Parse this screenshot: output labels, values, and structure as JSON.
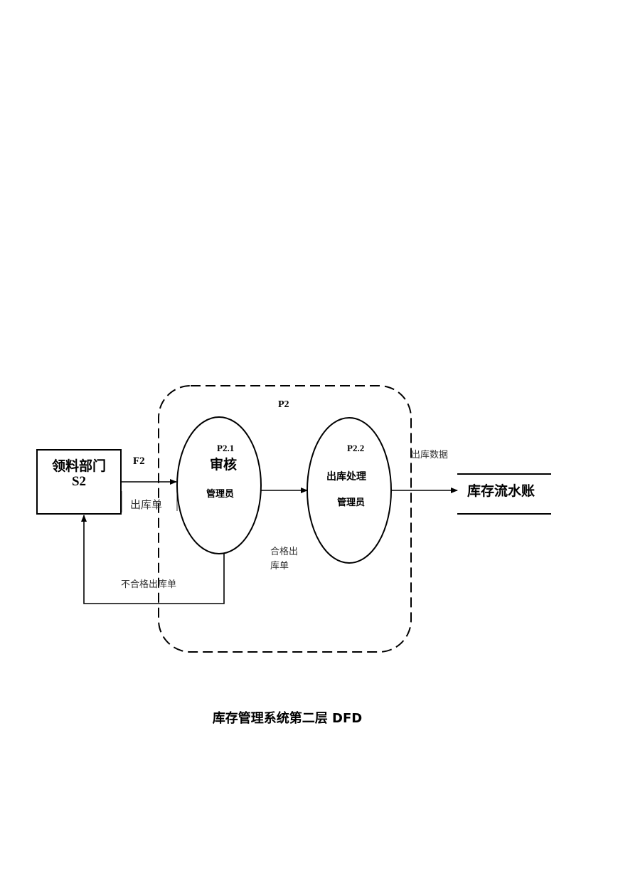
{
  "diagram": {
    "title": "库存管理系统第二层 DFD",
    "process_group": {
      "label": "P2"
    },
    "external_entity": {
      "name": "领料部门",
      "id": "S2"
    },
    "processes": [
      {
        "id": "P2.1",
        "name": "审核",
        "role": "管理员"
      },
      {
        "id": "P2.2",
        "name": "出库处理",
        "role": "管理员"
      }
    ],
    "data_store": {
      "name": "库存流水账"
    },
    "flows": {
      "input_id": "F2",
      "input_label": "出库单",
      "approved_label_line1": "合格出",
      "approved_label_line2": "库单",
      "rejected_label": "不合格出库单",
      "output_label": "出库数据"
    }
  }
}
